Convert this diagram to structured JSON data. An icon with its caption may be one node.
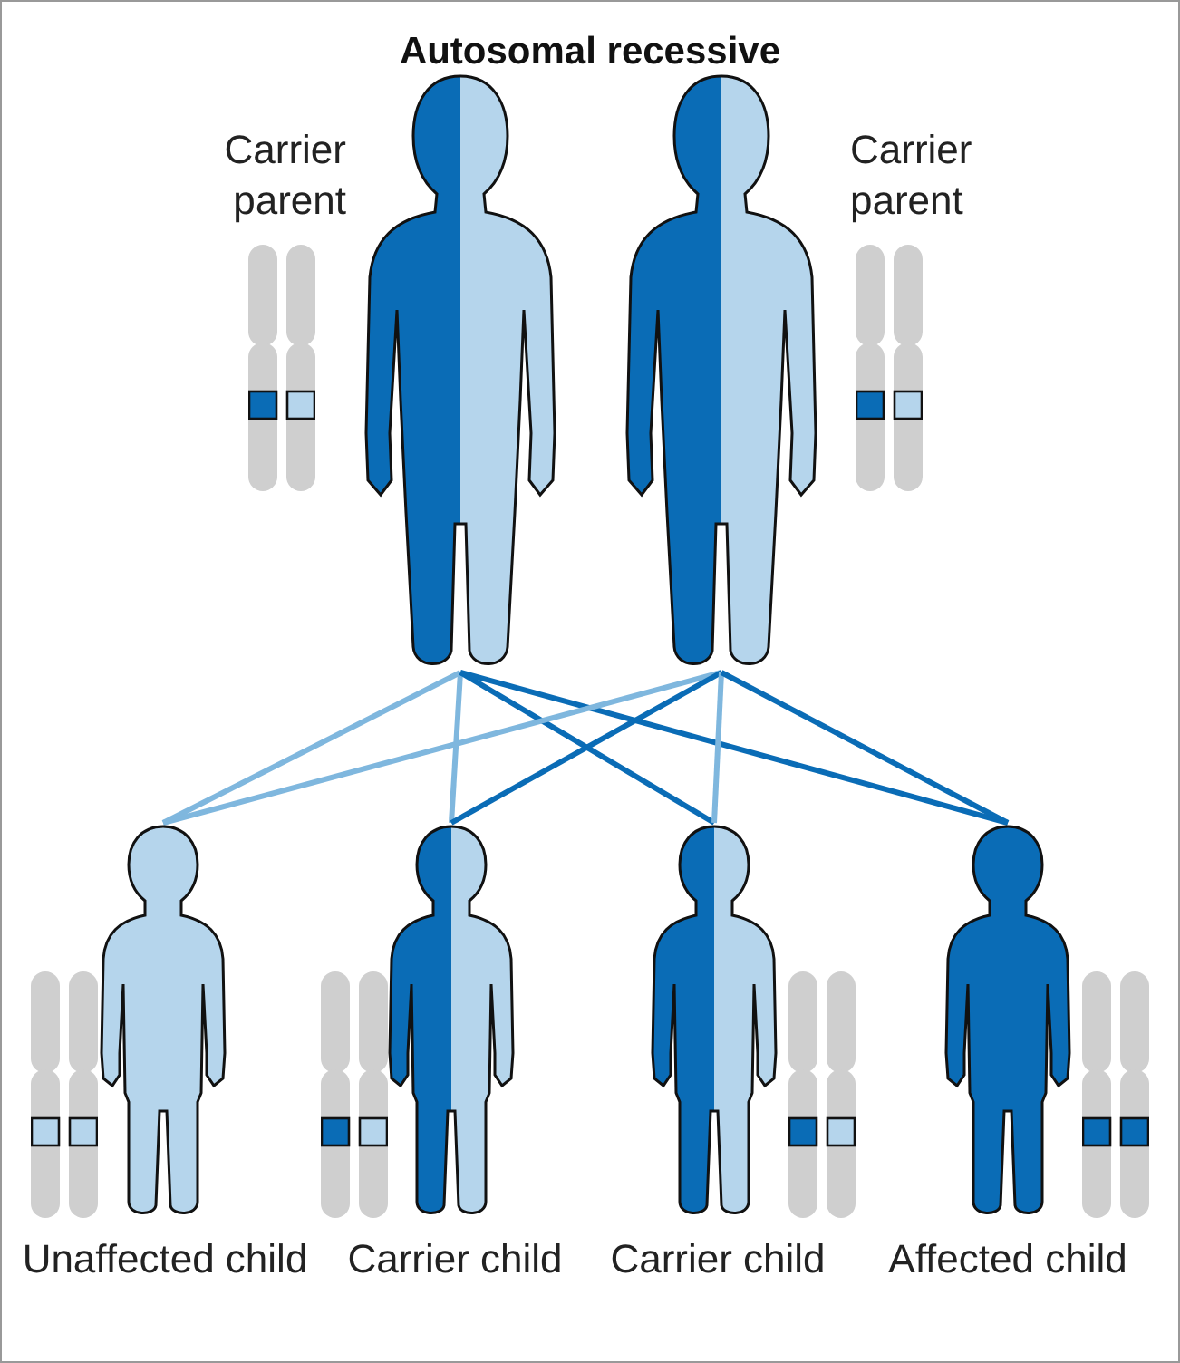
{
  "diagram": {
    "title": "Autosomal recessive",
    "nodes": [
      {
        "text": [],
        "shape": "person",
        "beside": [
          "Carrier parent"
        ]
      },
      {
        "text": [],
        "shape": "person",
        "beside": [
          "Carrier parent"
        ]
      },
      {
        "text": [],
        "shape": "person",
        "beside": [
          "Unaffected child"
        ]
      },
      {
        "text": [],
        "shape": "person",
        "beside": [
          "Carrier child"
        ]
      },
      {
        "text": [],
        "shape": "person",
        "beside": [
          "Carrier child"
        ]
      },
      {
        "text": [],
        "shape": "person",
        "beside": [
          "Affected child"
        ]
      }
    ],
    "edges": [
      {
        "from": 0,
        "to": 2,
        "arrow": "none",
        "color": "#7fb7de"
      },
      {
        "from": 0,
        "to": 3,
        "arrow": "none",
        "color": "#7fb7de"
      },
      {
        "from": 0,
        "to": 4,
        "arrow": "none",
        "color": "#0a6cb6"
      },
      {
        "from": 0,
        "to": 5,
        "arrow": "none",
        "color": "#0a6cb6"
      },
      {
        "from": 1,
        "to": 2,
        "arrow": "none",
        "color": "#7fb7de"
      },
      {
        "from": 1,
        "to": 3,
        "arrow": "none",
        "color": "#0a6cb6"
      },
      {
        "from": 1,
        "to": 4,
        "arrow": "none",
        "color": "#7fb7de"
      },
      {
        "from": 1,
        "to": 5,
        "arrow": "none",
        "color": "#0a6cb6"
      }
    ]
  }
}
